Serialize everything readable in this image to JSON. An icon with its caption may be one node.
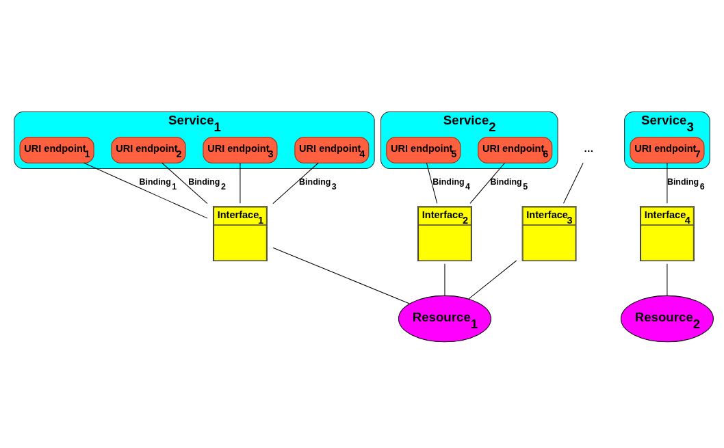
{
  "diagram": {
    "nodes": [
      {
        "text": [
          "Service$_{1}$"
        ]
      },
      {
        "text": [
          "URI endpoint$_{1}$"
        ],
        "in": 0
      },
      {
        "text": [
          "URI endpoint$_{2}$"
        ],
        "in": 0
      },
      {
        "text": [
          "URI endpoint$_{3}$"
        ],
        "in": 0
      },
      {
        "text": [
          "URI endpoint$_{4}$"
        ],
        "in": 0
      },
      {
        "text": [
          "Service$_{2}$"
        ]
      },
      {
        "text": [
          "URI endpoint$_{5}$"
        ],
        "in": 5
      },
      {
        "text": [
          "URI endpoint$_{6}$"
        ],
        "in": 5
      },
      {
        "text": [
          "Service$_{3}$"
        ]
      },
      {
        "text": [
          "URI endpoint$_{7}$"
        ],
        "in": 8
      },
      {
        "text": [
          "Interface$_{1}$"
        ]
      },
      {
        "text": [
          "Interface$_{2}$"
        ]
      },
      {
        "text": [
          "…"
        ]
      },
      {
        "text": [
          "Interface$_{3}$"
        ]
      },
      {
        "text": [
          "Interface$_{4}$"
        ]
      },
      {
        "text": [
          "Resource$_{1}$"
        ]
      },
      {
        "text": [
          "Resource$_{2}$"
        ]
      }
    ],
    "edges": [
      {
        "from": 1,
        "to": 10,
        "arrow": "none",
        "label": "Binding$_{1}$"
      },
      {
        "from": 2,
        "to": 10,
        "arrow": "none",
        "label": "Binding$_{2}$"
      },
      {
        "from": 3,
        "to": 10,
        "arrow": "none"
      },
      {
        "from": 4,
        "to": 10,
        "arrow": "none",
        "label": "Binding$_{3}$"
      },
      {
        "from": 6,
        "to": 11,
        "arrow": "none",
        "label": "Binding$_{4}$"
      },
      {
        "from": 7,
        "to": 11,
        "arrow": "none",
        "label": "Binding$_{5}$"
      },
      {
        "from": 12,
        "to": 13,
        "arrow": "none"
      },
      {
        "from": 9,
        "to": 14,
        "arrow": "none",
        "label": "Binding$_{6}$"
      },
      {
        "from": 10,
        "to": 15,
        "arrow": "none"
      },
      {
        "from": 11,
        "to": 15,
        "arrow": "none"
      },
      {
        "from": 13,
        "to": 15,
        "arrow": "none"
      },
      {
        "from": 14,
        "to": 16,
        "arrow": "none"
      }
    ]
  }
}
